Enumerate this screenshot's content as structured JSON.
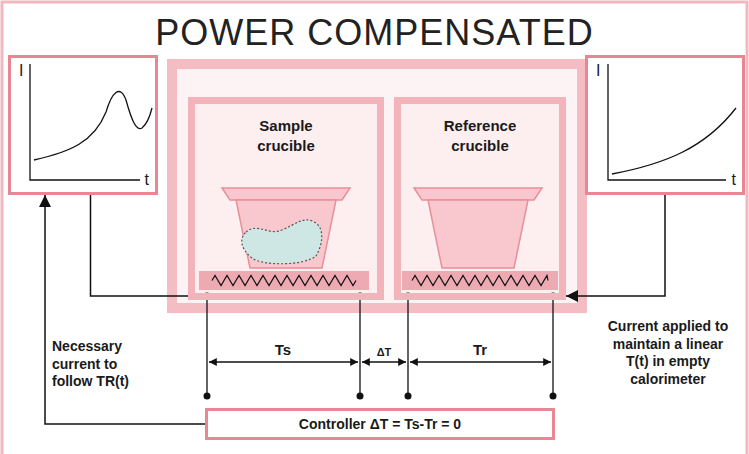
{
  "diagram": {
    "title": "POWER COMPENSATED",
    "nodes": [
      {
        "text": [
          "I",
          "t"
        ]
      },
      {
        "text": [
          "Sample crucible"
        ]
      },
      {
        "text": [
          "Reference crucible"
        ]
      },
      {
        "text": [
          "I",
          "t"
        ]
      },
      {
        "text": [
          "Controller ΔT = Ts-Tr = 0"
        ]
      }
    ],
    "edges": [
      {
        "from": 0,
        "to": 1,
        "arrow": "none"
      },
      {
        "from": 3,
        "to": 2,
        "arrow": "to"
      },
      {
        "from": 4,
        "to": 0,
        "arrow": "to"
      }
    ],
    "labels": [
      "Necessary current to follow TR(t)",
      "Ts",
      "ΔT",
      "Tr",
      "Current applied to maintain a linear T(t) in empty calorimeter"
    ]
  }
}
